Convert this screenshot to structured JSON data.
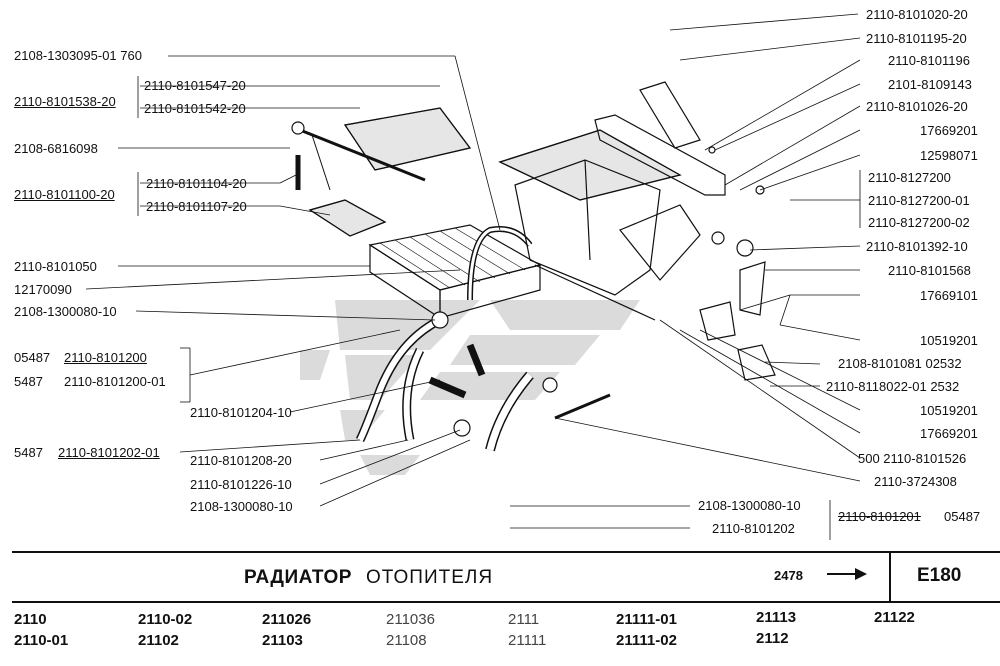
{
  "labels_left": [
    {
      "text": "2108-1303095-01 760"
    },
    {
      "text": "2110-8101547-20"
    },
    {
      "text": "2110-8101538-20"
    },
    {
      "text": "2110-8101542-20"
    },
    {
      "text": "2108-6816098"
    },
    {
      "text": "2110-8101100-20"
    },
    {
      "text": "2110-8101104-20"
    },
    {
      "text": "2110-8101107-20"
    },
    {
      "text": "2110-8101050"
    },
    {
      "text": "12170090"
    },
    {
      "text": "2108-1300080-10"
    },
    {
      "text": "05487"
    },
    {
      "text": "2110-8101200"
    },
    {
      "text": "5487"
    },
    {
      "text": "2110-8101200-01"
    },
    {
      "text": "2110-8101204-10"
    },
    {
      "text": "5487"
    },
    {
      "text": "2110-8101202-01"
    },
    {
      "text": "2110-8101208-20"
    },
    {
      "text": "2110-8101226-10"
    },
    {
      "text": "2108-1300080-10"
    }
  ],
  "labels_right": [
    {
      "text": "2110-8101020-20"
    },
    {
      "text": "2110-8101195-20"
    },
    {
      "text": "2110-8101196"
    },
    {
      "text": "2101-8109143"
    },
    {
      "text": "2110-8101026-20"
    },
    {
      "text": "17669201"
    },
    {
      "text": "12598071"
    },
    {
      "text": "2110-8127200"
    },
    {
      "text": "2110-8127200-01"
    },
    {
      "text": "2110-8127200-02"
    },
    {
      "text": "2110-8101392-10"
    },
    {
      "text": "2110-8101568"
    },
    {
      "text": "17669101"
    },
    {
      "text": "10519201"
    },
    {
      "text": "2108-8101081  02532"
    },
    {
      "text": "2110-8118022-01  2532"
    },
    {
      "text": "10519201"
    },
    {
      "text": "17669201"
    },
    {
      "text": "500  2110-8101526"
    },
    {
      "text": "2110-3724308"
    },
    {
      "text": "2108-1300080-10"
    },
    {
      "text": "2110-8101202"
    },
    {
      "text": "2110-8101201"
    },
    {
      "text": "05487"
    }
  ],
  "title_main": "РАДИАТОР",
  "title_sub": "ОТОПИТЕЛЯ",
  "ref_page": "2478",
  "section_code": "E180",
  "models": [
    {
      "text": "2110"
    },
    {
      "text": "2110-01"
    },
    {
      "text": "2110-02"
    },
    {
      "text": "21102"
    },
    {
      "text": "211026"
    },
    {
      "text": "21103"
    },
    {
      "text": "211036"
    },
    {
      "text": "21108"
    },
    {
      "text": "2111"
    },
    {
      "text": "21111"
    },
    {
      "text": "21111-01"
    },
    {
      "text": "21111-02"
    },
    {
      "text": "21113"
    },
    {
      "text": "2112"
    },
    {
      "text": "21122"
    }
  ],
  "colors": {
    "ink": "#111111",
    "watermark": "#c8c8c8",
    "fill_light": "#e6e6e6"
  }
}
